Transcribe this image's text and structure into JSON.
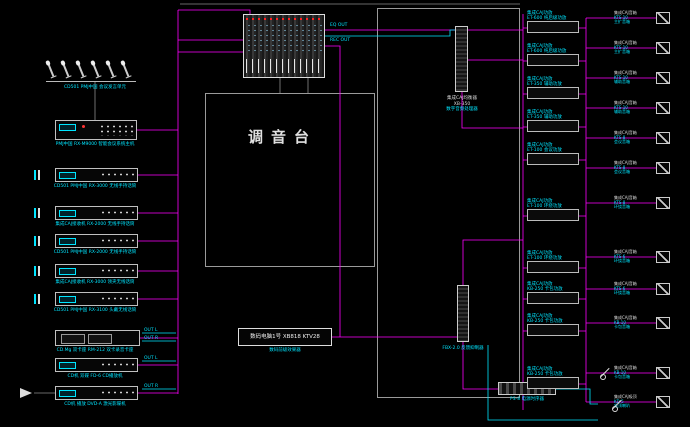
{
  "colors": {
    "wire_magenta": "#ff00ff",
    "wire_cyan": "#00e5ff",
    "line_white": "#d9d9d9"
  },
  "mixer": {
    "title": "调音台",
    "out1": "EQ OUT",
    "out2": "REC OUT"
  },
  "mics": {
    "label": "CD501 PMJ中国 会议发言单元"
  },
  "left": [
    {
      "label": "PMJ中国 RX-M9000 智能会议系统主机"
    },
    {
      "label": "CD501 PMJ中国 RX-3000 无线手持话筒"
    },
    {
      "label": "集成CAJ接收机 RX-2000 无线手持话筒"
    },
    {
      "label": "CD501 PMJ中国 RX-2000 无线手持话筒"
    },
    {
      "label": "集成CAJ接收机 RX-3000 领夹无线话筒"
    },
    {
      "label": "CD501 PMJ中国 RX-3100 头戴无线话筒"
    },
    {
      "label": "CD.Mg 双卡座 RM-212 双卡录音卡座"
    },
    {
      "label": "CD机 双碟 FD-6 CD播放机"
    },
    {
      "label": "CD机 播放 DVD-A 激光影碟机"
    }
  ],
  "ports": [
    "OUT L",
    "OUT R",
    "OUT L",
    "OUT R"
  ],
  "eq": {
    "l1": "集成CAJ均衡器",
    "l2": "XB-350",
    "l3": "数字音频处理器"
  },
  "fbx": {
    "label": "FBX-2.0 反馈抑制器"
  },
  "controller": {
    "name": "数码电脑1号 XB818 KTV28",
    "sub": "数码前级效果器"
  },
  "sequencer": {
    "label": "PS-8 电源时序器"
  },
  "amps": [
    {
      "l1": "集成CAJ功放",
      "l2": "ET-600 纯后级功放"
    },
    {
      "l1": "集成CAJ功放",
      "l2": "ET-600 纯后级功放"
    },
    {
      "l1": "集成CAJ功放",
      "l2": "ET-350 辅助功放"
    },
    {
      "l1": "集成CAJ功放",
      "l2": "ET-350 辅助功放"
    },
    {
      "l1": "集成CAJ功放",
      "l2": "ET-100 会议功放"
    },
    {
      "l1": "集成CAJ功放",
      "l2": "ET-100 环绕功放"
    },
    {
      "l1": "集成CAJ功放",
      "l2": "ET-100 环绕功放"
    },
    {
      "l1": "集成CAJ功放",
      "l2": "KB-250 卡包功放"
    },
    {
      "l1": "集成CAJ功放",
      "l2": "KB-250 卡包功放"
    },
    {
      "l1": "集成CAJ功放",
      "l2": "KB-250 卡包功放"
    }
  ],
  "speakers": [
    {
      "l1": "集成CAJ音箱",
      "l2": "KTS-10",
      "l3": "主扩音箱"
    },
    {
      "l1": "集成CAJ音箱",
      "l2": "KTS-10",
      "l3": "主扩音箱"
    },
    {
      "l1": "集成CAJ音箱",
      "l2": "KTS-10",
      "l3": "辅助音箱"
    },
    {
      "l1": "集成CAJ音箱",
      "l2": "KTS-10",
      "l3": "辅助音箱"
    },
    {
      "l1": "集成CAJ音箱",
      "l2": "KTS-8",
      "l3": "会议音箱"
    },
    {
      "l1": "集成CAJ音箱",
      "l2": "KTS-8",
      "l3": "会议音箱"
    },
    {
      "l1": "集成CAJ音箱",
      "l2": "KTS-8",
      "l3": "环绕音箱"
    },
    {
      "l1": "集成CAJ音箱",
      "l2": "KTS-6",
      "l3": "环绕音箱"
    },
    {
      "l1": "集成CAJ音箱",
      "l2": "KTS-6",
      "l3": "环绕音箱"
    },
    {
      "l1": "集成CAJ音箱",
      "l2": "KB-10",
      "l3": "卡包音箱"
    },
    {
      "l1": "集成CAJ音箱",
      "l2": "KB-10",
      "l3": "卡包音箱"
    },
    {
      "l1": "集成CAJ吸顶",
      "l2": "KD-5",
      "l3": "吸顶喇叭"
    }
  ]
}
